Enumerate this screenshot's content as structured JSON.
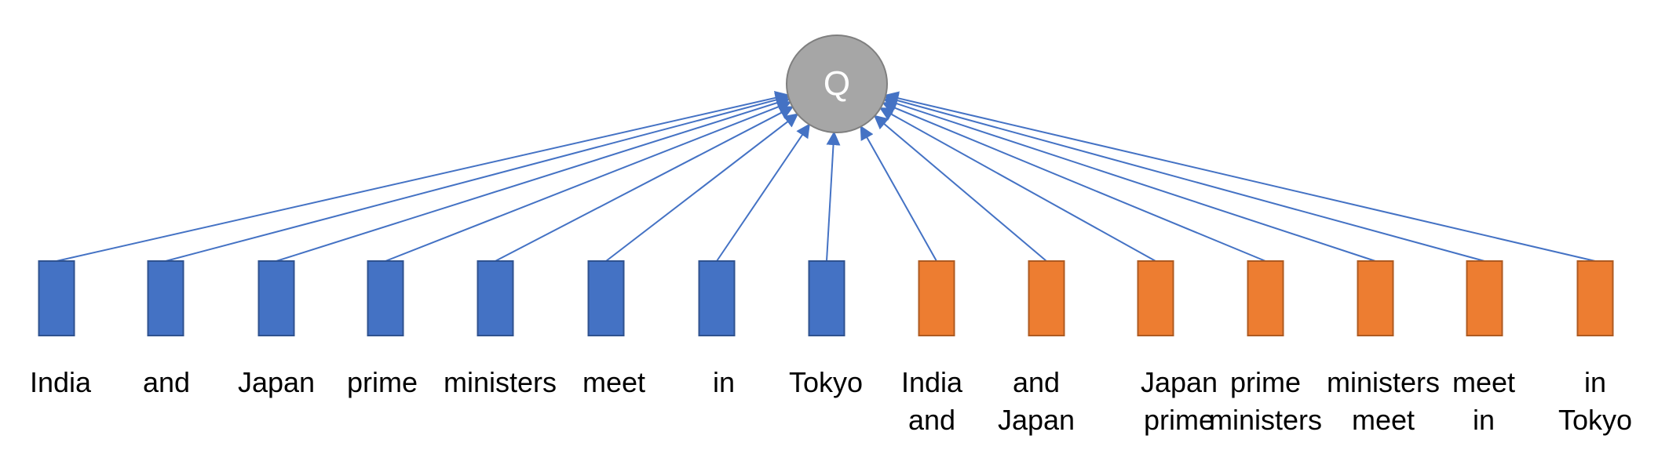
{
  "query_node": {
    "label": "Q",
    "color": "#A6A6A6",
    "border_color": "#7F7F7F"
  },
  "colors": {
    "arrow": "#4472C4",
    "unigram_fill": "#4472C4",
    "unigram_border": "#2F528F",
    "bigram_fill": "#ED7D31",
    "bigram_border": "#AE5A21"
  },
  "tokens": [
    {
      "kind": "unigram",
      "lines": [
        "India"
      ]
    },
    {
      "kind": "unigram",
      "lines": [
        "and"
      ]
    },
    {
      "kind": "unigram",
      "lines": [
        "Japan"
      ]
    },
    {
      "kind": "unigram",
      "lines": [
        "prime"
      ]
    },
    {
      "kind": "unigram",
      "lines": [
        "ministers"
      ]
    },
    {
      "kind": "unigram",
      "lines": [
        "meet"
      ]
    },
    {
      "kind": "unigram",
      "lines": [
        "in"
      ]
    },
    {
      "kind": "unigram",
      "lines": [
        "Tokyo"
      ]
    },
    {
      "kind": "bigram",
      "lines": [
        "India",
        "and"
      ]
    },
    {
      "kind": "bigram",
      "lines": [
        "and",
        "Japan"
      ]
    },
    {
      "kind": "bigram",
      "lines": [
        "Japan",
        "prime"
      ]
    },
    {
      "kind": "bigram",
      "lines": [
        "prime",
        "ministers"
      ]
    },
    {
      "kind": "bigram",
      "lines": [
        "ministers",
        "meet"
      ]
    },
    {
      "kind": "bigram",
      "lines": [
        "meet",
        "in"
      ]
    },
    {
      "kind": "bigram",
      "lines": [
        "in",
        "Tokyo"
      ]
    }
  ]
}
